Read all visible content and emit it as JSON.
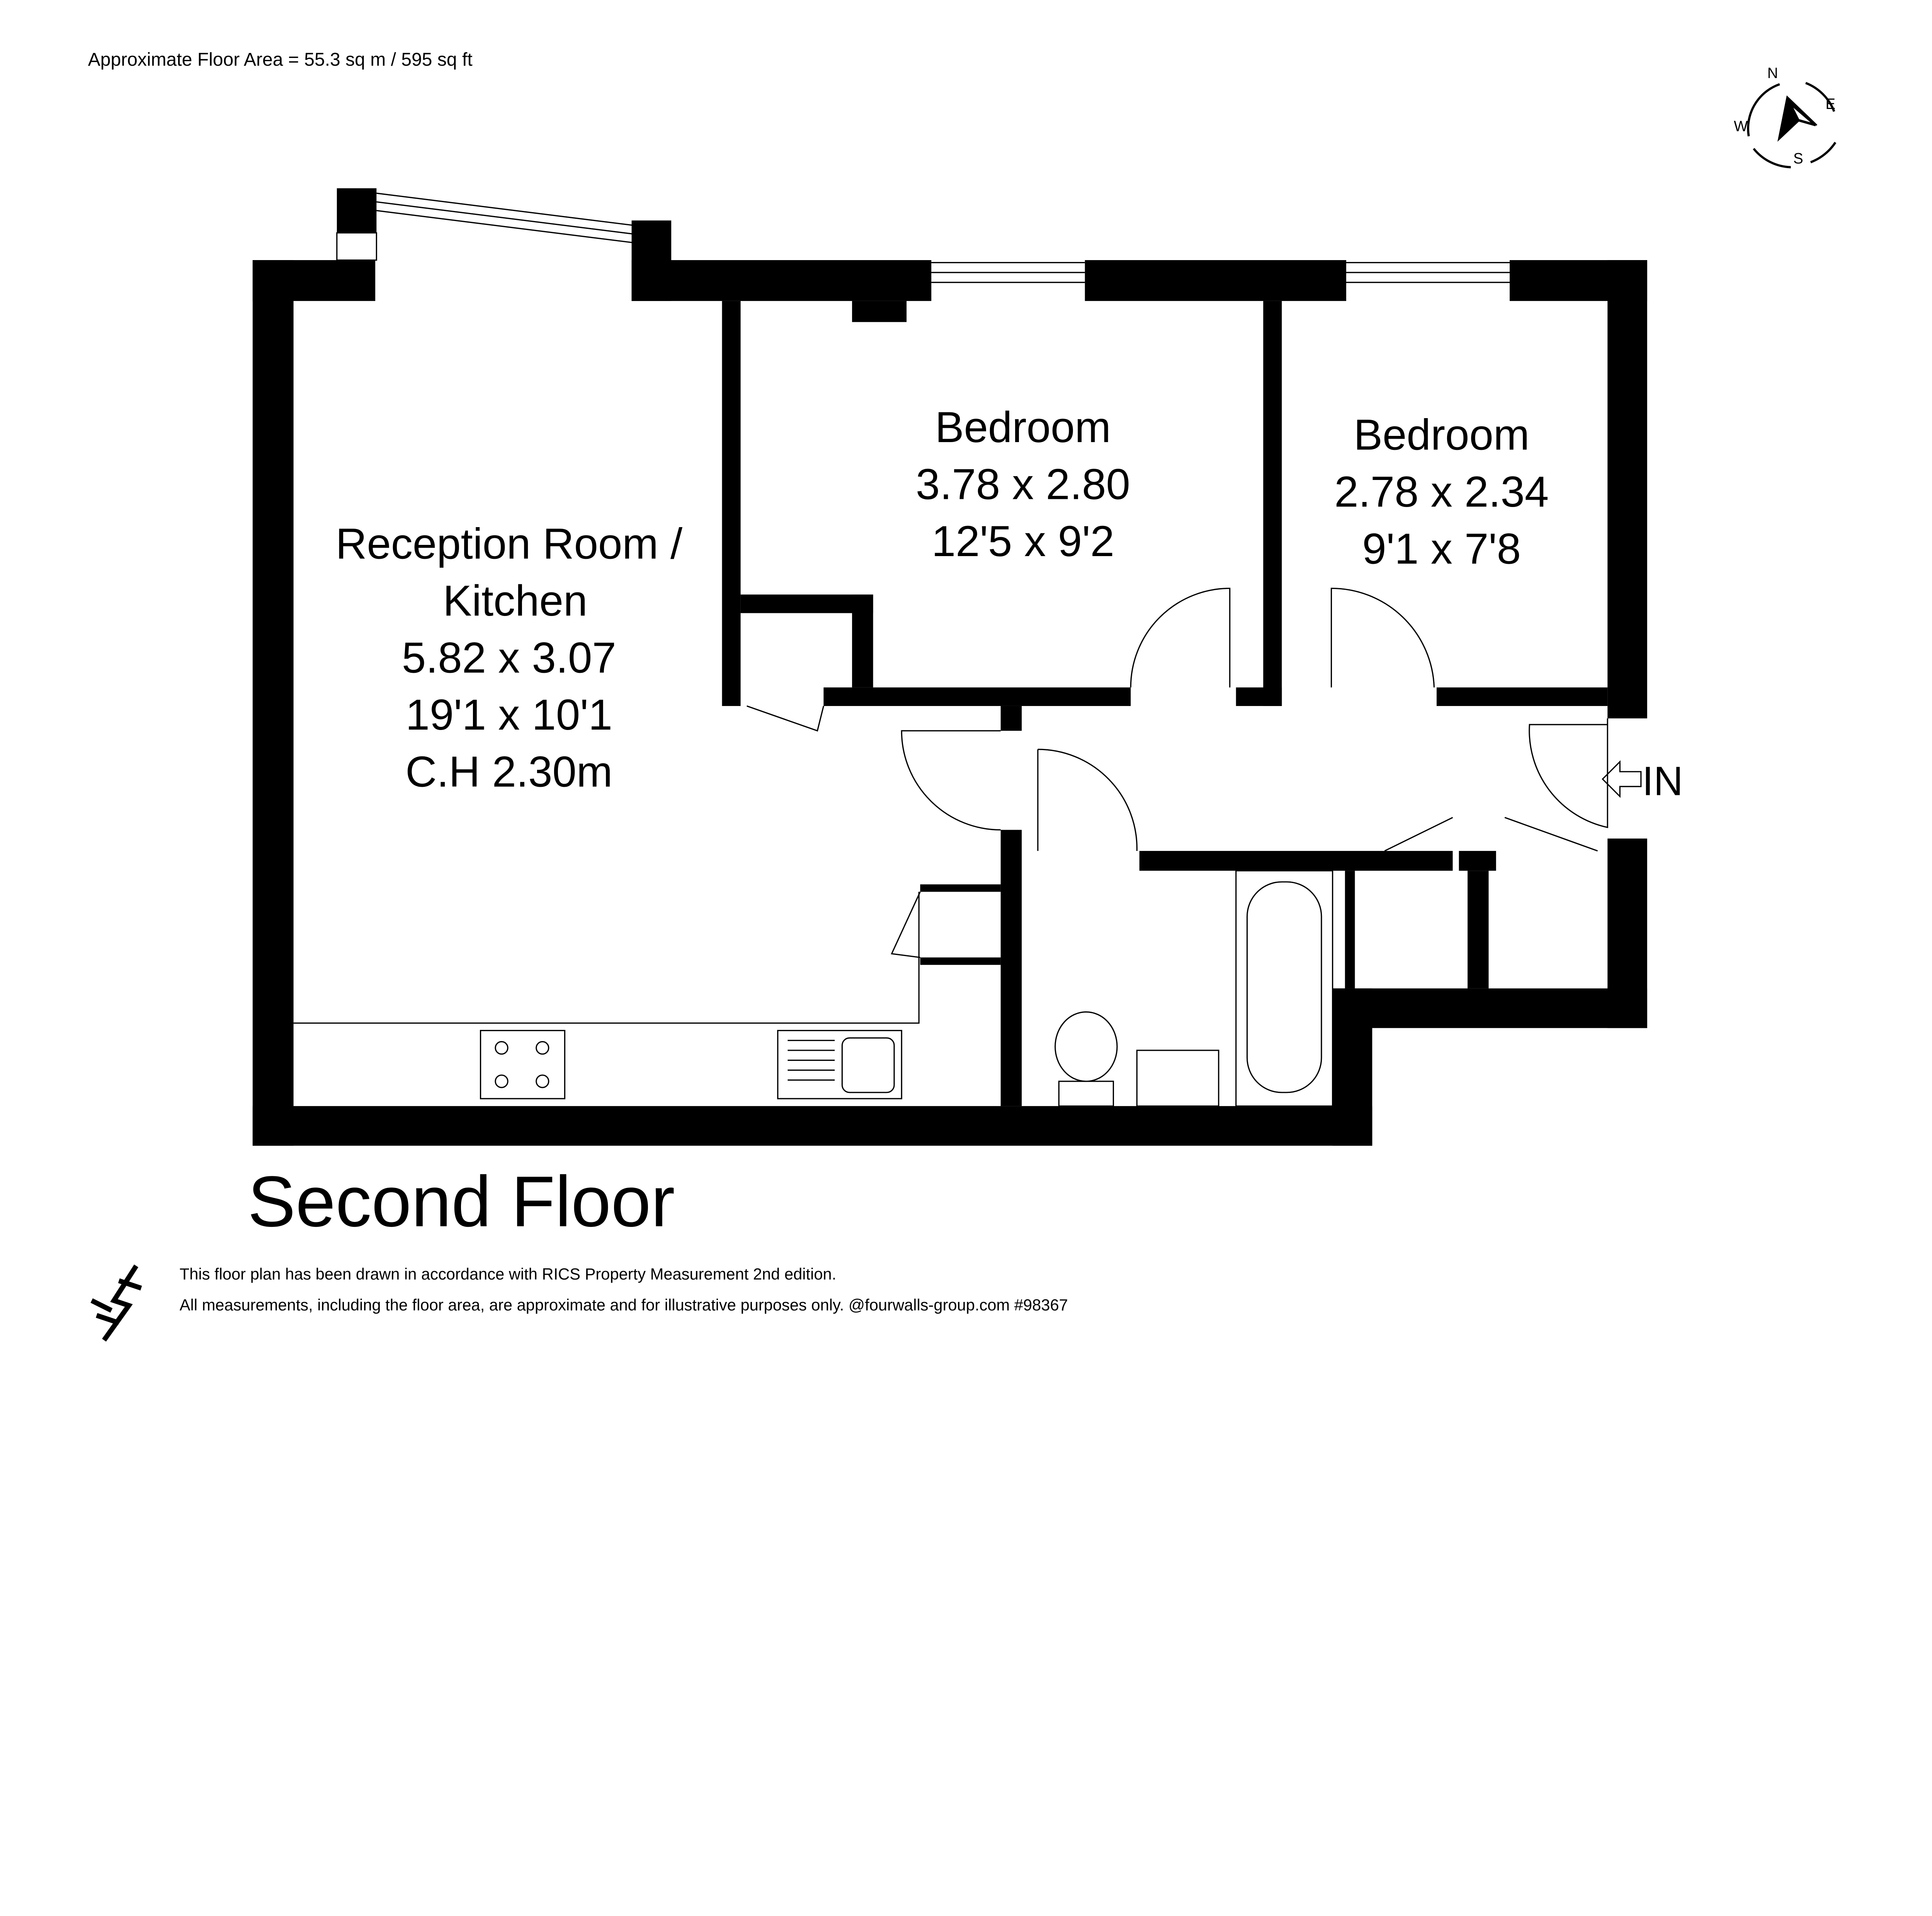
{
  "header": {
    "floor_area": "Approximate Floor Area = 55.3 sq m / 595 sq ft"
  },
  "compass": {
    "n": "N",
    "e": "E",
    "s": "S",
    "w": "W"
  },
  "rooms": [
    {
      "name_line1": "Reception Room /",
      "name_line2": "Kitchen",
      "metric": "5.82 x 3.07",
      "imperial": "19'1 x 10'1",
      "ceiling": "C.H 2.30m"
    },
    {
      "name": "Bedroom",
      "metric": "3.78 x 2.80",
      "imperial": "12'5 x 9'2"
    },
    {
      "name": "Bedroom",
      "metric": "2.78 x 2.34",
      "imperial": "9'1 x 7'8"
    }
  ],
  "entrance": {
    "label": "IN"
  },
  "floor_title": "Second Floor",
  "footer": {
    "line1": "This floor plan has been drawn in accordance with RICS Property Measurement 2nd edition.",
    "line2": "All measurements, including the floor area, are approximate and for illustrative purposes only. @fourwalls-group.com #98367"
  },
  "colors": {
    "wall": "#000000",
    "background": "#ffffff"
  }
}
